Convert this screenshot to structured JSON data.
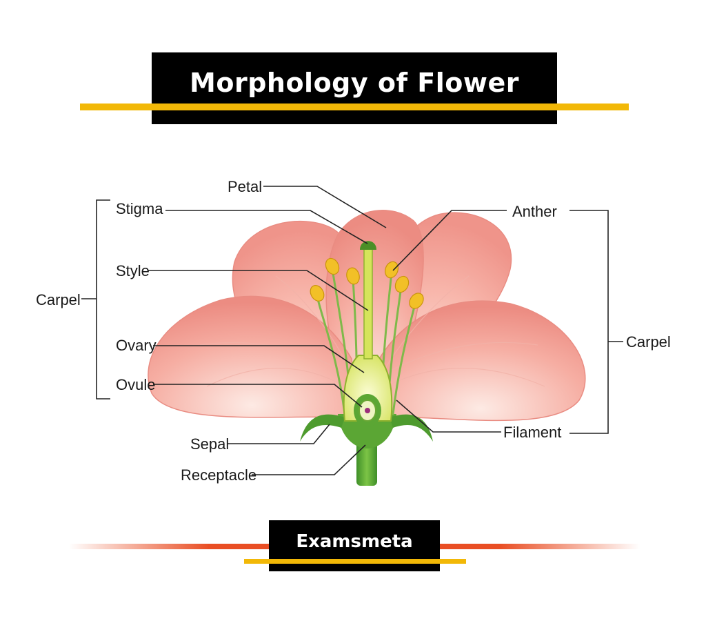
{
  "title": "Morphology of Flower",
  "brand": "Examsmeta",
  "labels": {
    "petal": "Petal",
    "stigma": "Stigma",
    "style": "Style",
    "ovary": "Ovary",
    "ovule": "Ovule",
    "sepal": "Sepal",
    "receptacle": "Receptacle",
    "anther": "Anther",
    "filament": "Filament",
    "carpel_left": "Carpel",
    "carpel_right": "Carpel"
  },
  "colors": {
    "title_bg": "#000000",
    "accent_yellow": "#f2b807",
    "accent_orange": "#e94e24",
    "petal": "#f4a7a0",
    "petal_light": "#fde2dc",
    "stem": "#6fb83a",
    "anther": "#f2c027",
    "ovary": "#e8ef8a"
  }
}
